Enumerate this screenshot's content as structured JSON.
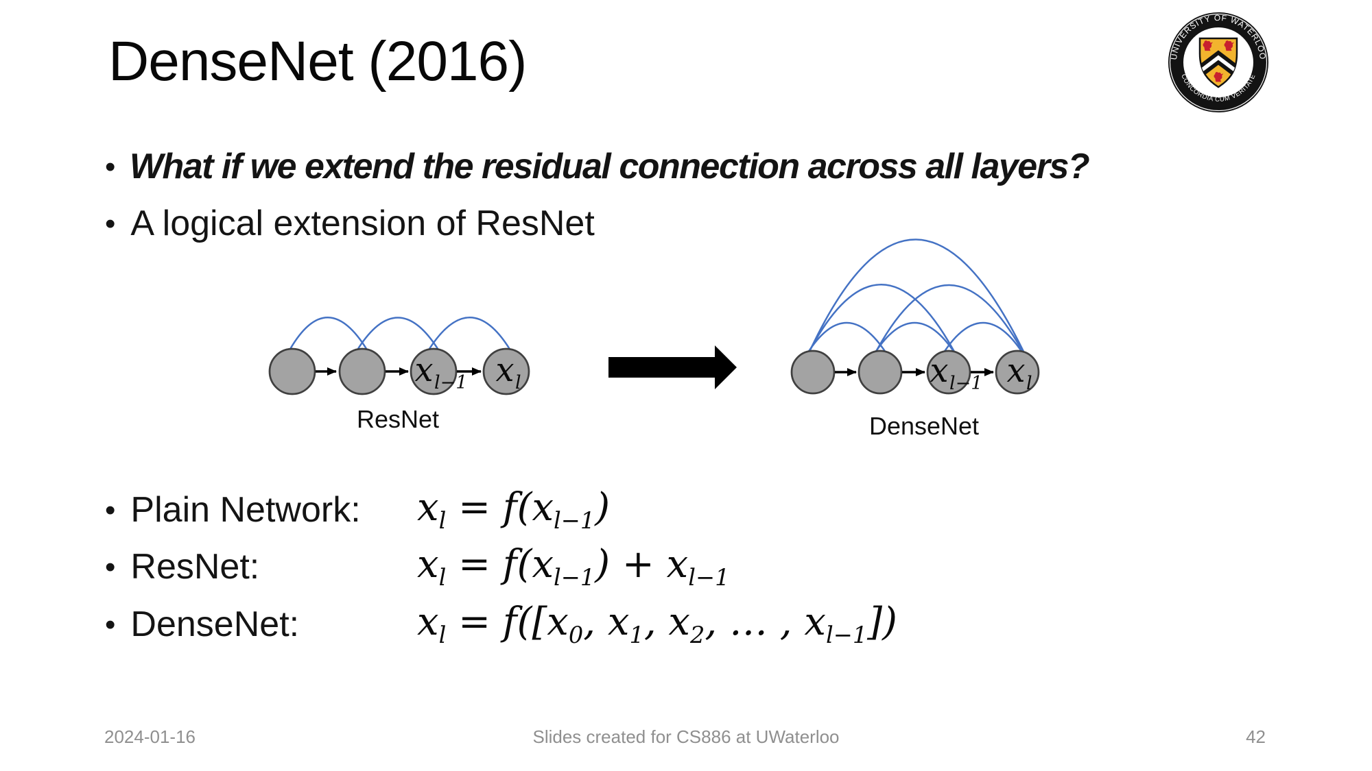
{
  "title": "DenseNet (2016)",
  "bullets": [
    {
      "text": "What if we extend the residual connection across all layers?"
    },
    {
      "text": "A logical extension of ResNet"
    }
  ],
  "diagram": {
    "resnet": {
      "label": "ResNet",
      "node3_base": "x",
      "node3_sub": "l−1",
      "node4_base": "x",
      "node4_sub": "l"
    },
    "densenet": {
      "label": "DenseNet",
      "node3_base": "x",
      "node3_sub": "l−1",
      "node4_base": "x",
      "node4_sub": "l"
    },
    "colors": {
      "node_fill": "#A3A3A3",
      "node_stroke": "#404040",
      "arc_blue": "#4472C4",
      "arrow_black": "#000000"
    }
  },
  "formulas": [
    {
      "label": "Plain Network:",
      "math": "x_{l} = f(x_{l−1})"
    },
    {
      "label": "ResNet:",
      "math": "x_{l} = f(x_{l−1}) + x_{l−1}"
    },
    {
      "label": "DenseNet:",
      "math": "x_{l} = f([x_{0}, x_{1}, x_{2}, … , x_{l−1}])"
    }
  ],
  "footer": {
    "date": "2024-01-16",
    "center_text": "Slides created for CS886 at UWaterloo",
    "page_number": "42"
  },
  "logo": {
    "top_text": "UNIVERSITY OF WATERLOO",
    "bottom_text": "CONCORDIA CUM VERITATE",
    "colors": {
      "ring": "#131313",
      "shield_gold": "#F2B42E",
      "lion_red": "#C8202E"
    }
  }
}
